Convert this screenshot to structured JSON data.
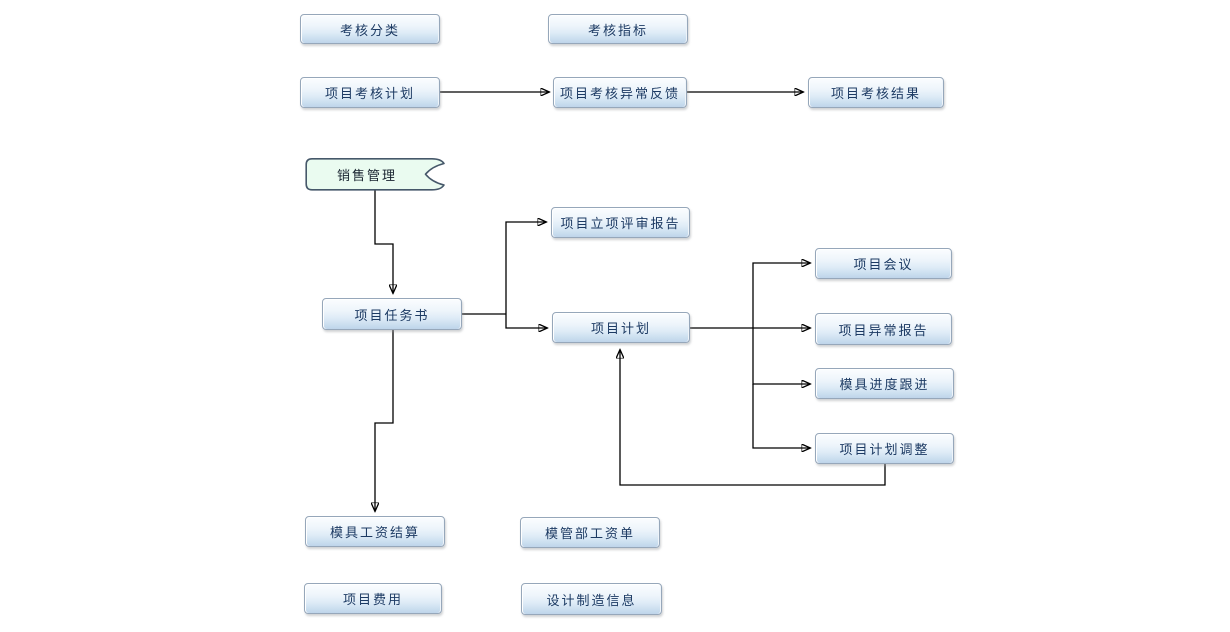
{
  "diagram": {
    "title": "project-assessment-flowchart",
    "nodes": {
      "assessment_category": {
        "label": "考核分类"
      },
      "assessment_indicator": {
        "label": "考核指标"
      },
      "project_assessment_plan": {
        "label": "项目考核计划"
      },
      "project_assessment_feedback": {
        "label": "项目考核异常反馈"
      },
      "project_assessment_result": {
        "label": "项目考核结果"
      },
      "sales_management": {
        "label": "销售管理"
      },
      "project_task_book": {
        "label": "项目任务书"
      },
      "project_initiation_review_report": {
        "label": "项目立项评审报告"
      },
      "project_plan": {
        "label": "项目计划"
      },
      "project_meeting": {
        "label": "项目会议"
      },
      "project_exception_report": {
        "label": "项目异常报告"
      },
      "mold_progress_tracking": {
        "label": "模具进度跟进"
      },
      "project_plan_adjustment": {
        "label": "项目计划调整"
      },
      "mold_wage_settlement": {
        "label": "模具工资结算"
      },
      "mold_dept_payroll": {
        "label": "模管部工资单"
      },
      "project_cost": {
        "label": "项目费用"
      },
      "design_manufacturing_info": {
        "label": "设计制造信息"
      }
    },
    "edges": [
      {
        "from": "project_assessment_plan",
        "to": "project_assessment_feedback"
      },
      {
        "from": "project_assessment_feedback",
        "to": "project_assessment_result"
      },
      {
        "from": "sales_management",
        "to": "project_task_book"
      },
      {
        "from": "project_task_book",
        "to": "project_initiation_review_report"
      },
      {
        "from": "project_task_book",
        "to": "project_plan"
      },
      {
        "from": "project_task_book",
        "to": "mold_wage_settlement"
      },
      {
        "from": "project_plan",
        "to": "project_meeting"
      },
      {
        "from": "project_plan",
        "to": "project_exception_report"
      },
      {
        "from": "project_plan",
        "to": "mold_progress_tracking"
      },
      {
        "from": "project_plan",
        "to": "project_plan_adjustment"
      },
      {
        "from": "project_plan_adjustment",
        "to": "project_plan"
      }
    ],
    "colors": {
      "node_fill_top": "#fbfdff",
      "node_fill_bottom": "#bed4ea",
      "node_border": "#96a7ba",
      "node_text": "#1c3a63",
      "banner_fill": "#eafbf0",
      "banner_border": "#46586a",
      "banner_text": "#17222e",
      "arrow": "#000000",
      "background": "#ffffff"
    }
  }
}
